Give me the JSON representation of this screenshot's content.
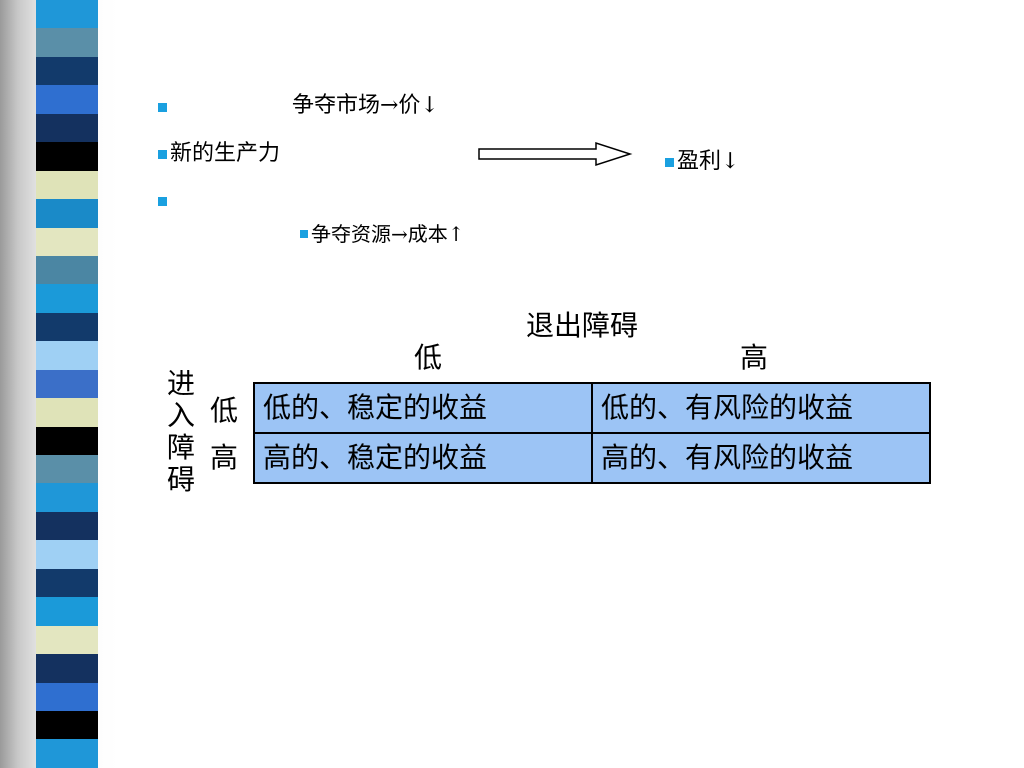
{
  "bullets": {
    "line1": "争夺市场→价↓",
    "line2": "新的生产力",
    "line3": "争夺资源→成本↑",
    "result": "盈利↓"
  },
  "matrix": {
    "exit_title": "退出障碍",
    "exit_low": "低",
    "exit_high": "高",
    "entry_title_chars": [
      "进",
      "入",
      "障",
      "碍"
    ],
    "entry_low": "低",
    "entry_high": "高",
    "rows": [
      [
        "低的、稳定的收益",
        "低的、有风险的收益"
      ],
      [
        "高的、稳定的收益",
        "高的、有风险的收益"
      ]
    ]
  },
  "colors": {
    "bullet": "#1aa0e0",
    "cell_fill": "#9cc4f5"
  }
}
